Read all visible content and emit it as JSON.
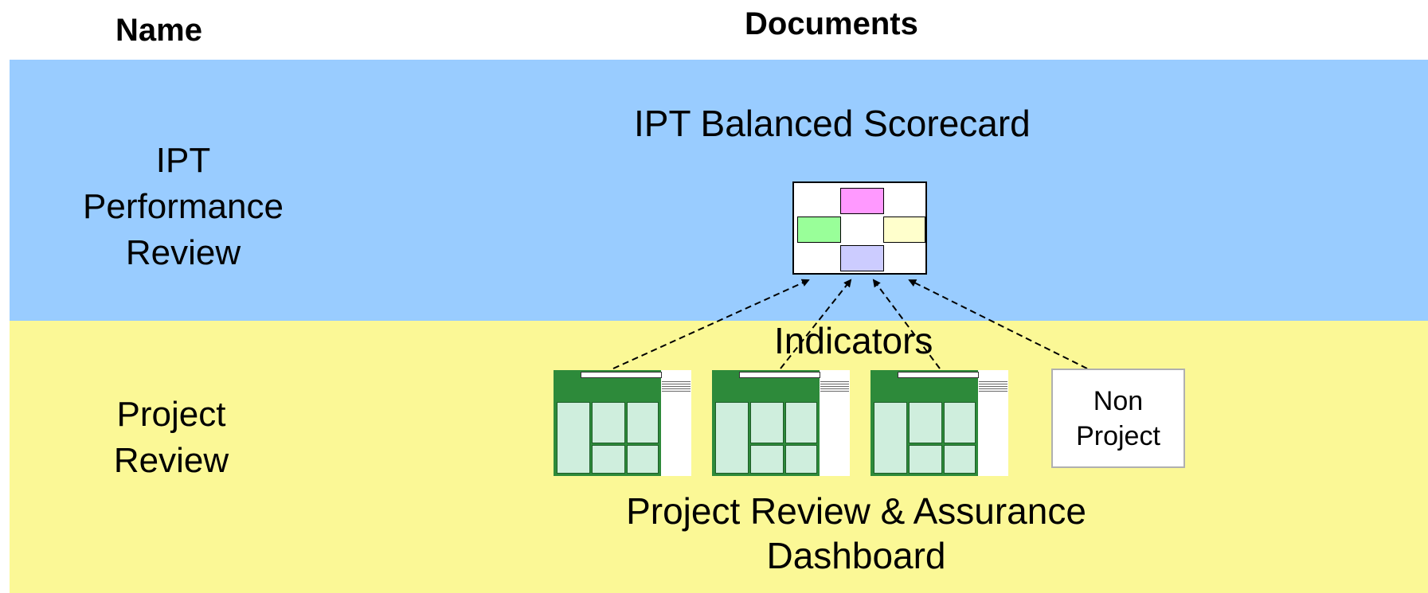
{
  "headers": {
    "name": "Name",
    "documents": "Documents"
  },
  "rows": {
    "ipt": {
      "label_lines": [
        "IPT",
        "Performance",
        "Review"
      ],
      "color": "#99ccff"
    },
    "project": {
      "label_lines": [
        "Project",
        "Review"
      ],
      "color": "#fbf896"
    }
  },
  "scorecard": {
    "title": "IPT Balanced Scorecard",
    "cell_colors": {
      "top": "#ff99ff",
      "left": "#99ff99",
      "right": "#ffffcc",
      "bottom": "#ccccff"
    }
  },
  "indicators_label": "Indicators",
  "dashboard": {
    "title_lines": [
      "Project Review & Assurance",
      "Dashboard"
    ],
    "thumbnail_count": 3
  },
  "non_project": {
    "label_lines": [
      "Non",
      "Project"
    ]
  }
}
